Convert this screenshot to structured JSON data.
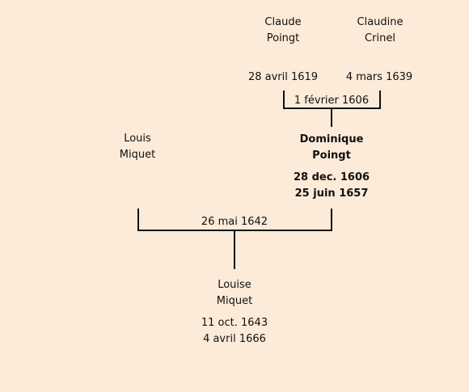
{
  "persons": {
    "claude_poingt": {
      "first": "Claude",
      "last": "Poingt",
      "dates": [
        "28 avril 1619"
      ]
    },
    "claudine_crinel": {
      "first": "Claudine",
      "last": "Crinel",
      "dates": [
        "4 mars 1639"
      ]
    },
    "louis_miquet": {
      "first": "Louis",
      "last": "Miquet"
    },
    "dominique_poingt": {
      "first": "Dominique",
      "last": "Poingt",
      "dates": [
        "28 dec. 1606",
        "25 juin 1657"
      ]
    },
    "louise_miquet": {
      "first": "Louise",
      "last": "Miquet",
      "dates": [
        "11 oct. 1643",
        "4 avril 1666"
      ]
    }
  },
  "marriages": {
    "poingt_crinel": "1 février 1606",
    "miquet_poingt": "26 mai 1642"
  }
}
